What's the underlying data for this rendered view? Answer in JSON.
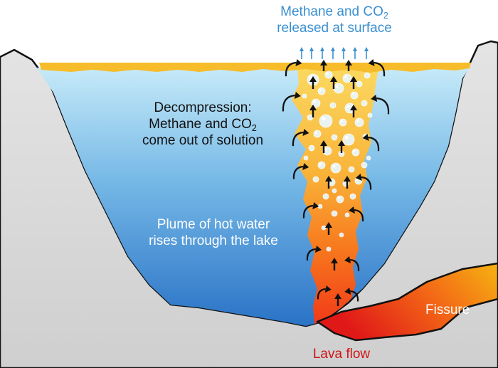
{
  "labels": {
    "surface_line1": "Methane and CO",
    "surface_sub1": "2",
    "surface_line2": "released at surface",
    "decomp_line1": "Decompression:",
    "decomp_line2": "Methane and CO",
    "decomp_sub2": "2",
    "decomp_line3": "come out of solution",
    "plume_line1": "Plume of hot water",
    "plume_line2": "rises through the lake",
    "fissure": "Fissure",
    "lava": "Lava flow"
  },
  "colors": {
    "water_top": "#b9e4f6",
    "water_bottom": "#2d78c8",
    "rock": "#dcdcdc",
    "scum": "#f7bc2a",
    "plume_top": "#fbd35a",
    "plume_bottom": "#f5361b",
    "lava_hot": "#e81818",
    "lava_mid": "#f5a414",
    "surface_text": "#3a8fd0",
    "lava_text": "#d01515",
    "arrow": "#111111"
  }
}
